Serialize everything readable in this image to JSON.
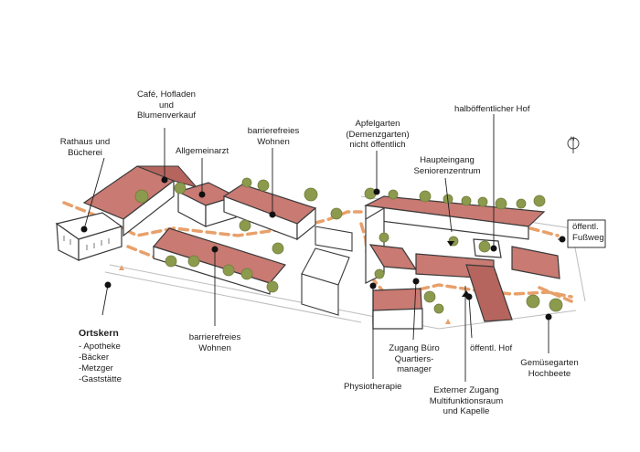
{
  "labels": {
    "cafe": "Café, Hofladen\nund\nBlumenverkauf",
    "allgemeinarzt": "Allgemeinarzt",
    "barrierefrei_top": "barrierefreies\nWohnen",
    "rathaus": "Rathaus und\nBücherei",
    "apfelgarten": "Apfelgarten\n(Demenzgarten)\nnicht öffentlich",
    "halboeffentlich": "halböffentlicher Hof",
    "haupteingang": "Haupteingang\nSeniorenzentrum",
    "fussweg": "öffentl.\nFußweg",
    "ortskern_title": "Ortskern",
    "ortskern_items": [
      "- Apotheke",
      "-Bäcker",
      "-Metzger",
      "-Gaststätte"
    ],
    "barrierefrei_bottom": "barrierefreies\nWohnen",
    "zugang_buero": "Zugang Büro\nQuartiers-\nmanager",
    "oeffentl_hof": "öffentl. Hof",
    "gemuesegarten": "Gemüsegarten\nHochbeete",
    "physiotherapie": "Physiotherapie",
    "externer_zugang": "Externer Zugang\nMultifunktionsraum\nund Kapelle",
    "north": "N"
  },
  "colors": {
    "roof": "#c97a72",
    "roof_dark": "#b5655d",
    "wall": "#ffffff",
    "line": "#3a3a3a",
    "path": "#e8a06a",
    "tree": "#8c9a4e",
    "tree_dark": "#6f7d3a",
    "street": "#bdbdbd"
  }
}
